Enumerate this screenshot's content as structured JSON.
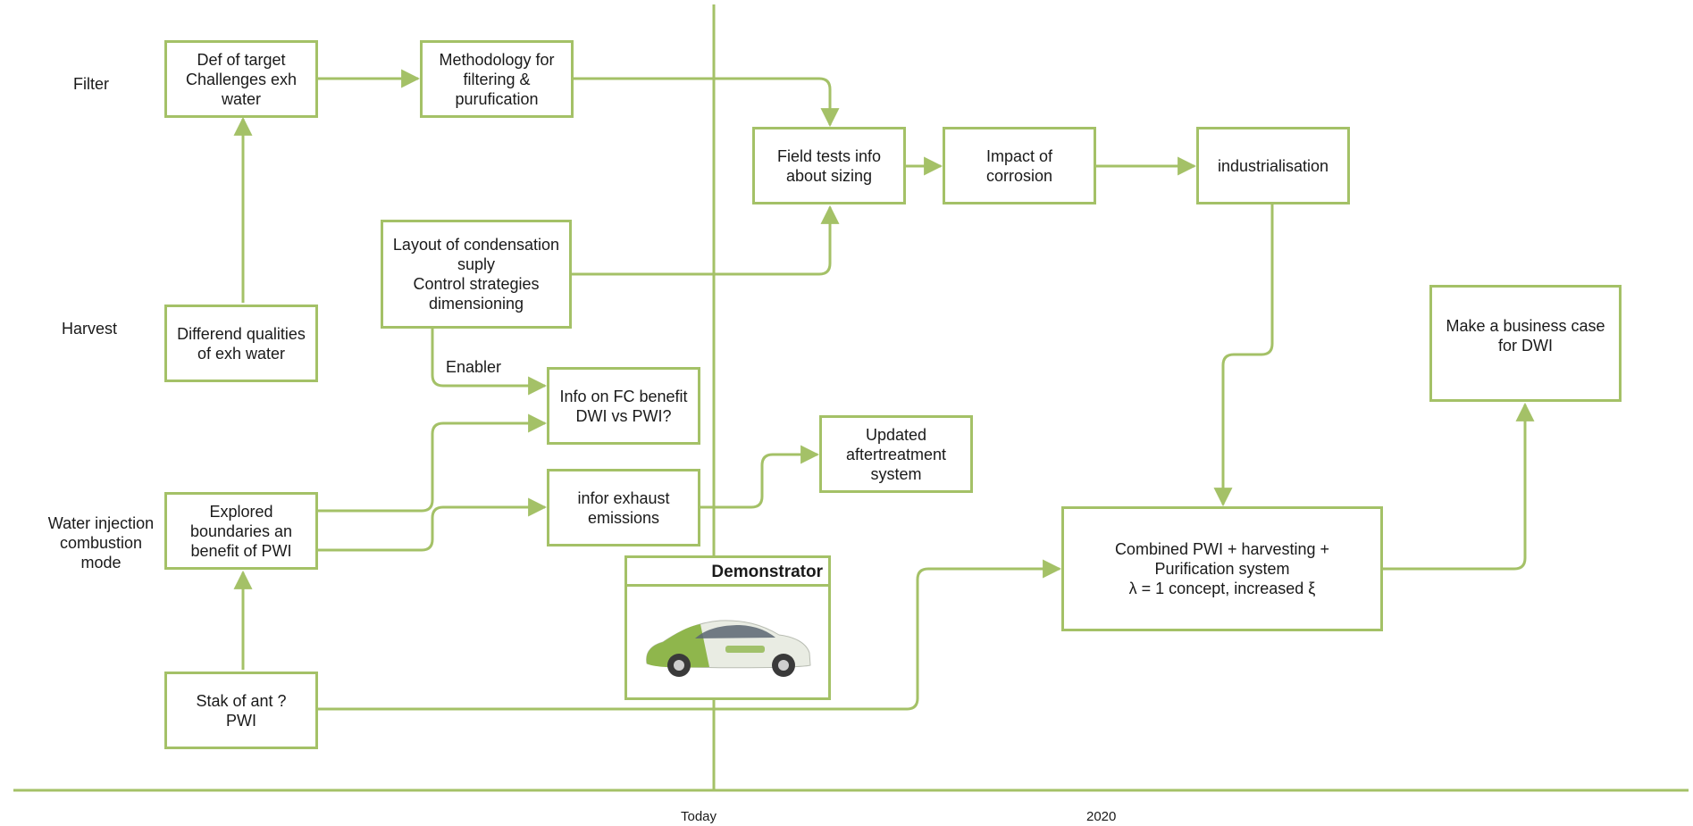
{
  "colors": {
    "accent": "#a4c167",
    "text": "#1a1a1a",
    "background": "#ffffff"
  },
  "lanes": {
    "filter": "Filter",
    "harvest": "Harvest",
    "water_injection": "Water injection\ncombustion\nmode"
  },
  "nodes": {
    "def_target": "Def of target\nChallenges exh\nwater",
    "methodology": "Methodology for\nfiltering &\npurufication",
    "field_tests": "Field tests info\nabout sizing",
    "impact_corrosion": "Impact of\ncorrosion",
    "industrialisation": "industrialisation",
    "layout_condensation": "Layout of condensation\nsuply\nControl strategies\ndimensioning",
    "differend_qualities": "Differend qualities\nof exh water",
    "info_fc_benefit": "Info on FC benefit\nDWI vs PWI?",
    "updated_aftertreatment": "Updated\naftertreatment\nsystem",
    "infor_exhaust": "infor exhaust\nemissions",
    "explored_boundaries": "Explored\nboundaries an\nbenefit of PWI",
    "stak_of_ant": "Stak of ant ?\nPWI",
    "combined_pwi": "Combined PWI + harvesting +\nPurification system\nλ = 1 concept, increased ξ",
    "business_case": "Make a business case\nfor DWI"
  },
  "demonstrator": {
    "title": "Demonstrator",
    "image": "car-illustration"
  },
  "edge_labels": {
    "enabler": "Enabler"
  },
  "timeline": {
    "today": "Today",
    "year": "2020"
  }
}
